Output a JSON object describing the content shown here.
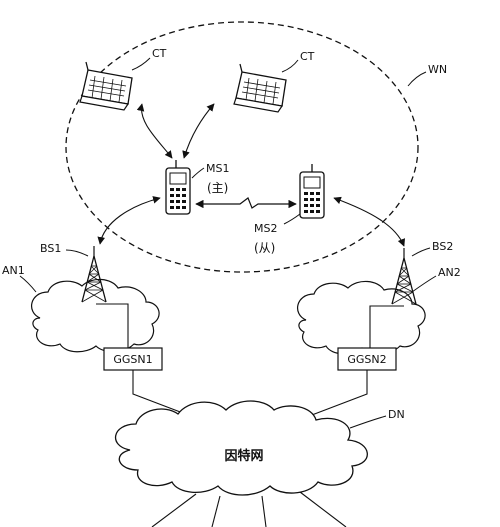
{
  "labels": {
    "ct_left": "CT",
    "ct_right": "CT",
    "wn": "WN",
    "ms1": "MS1",
    "ms1_role": "(主)",
    "ms2": "MS2",
    "ms2_role": "(从)",
    "bs1": "BS1",
    "bs2": "BS2",
    "an1": "AN1",
    "an2": "AN2",
    "ggsn1": "GGSN1",
    "ggsn2": "GGSN2",
    "dn": "DN",
    "internet": "因特网"
  }
}
